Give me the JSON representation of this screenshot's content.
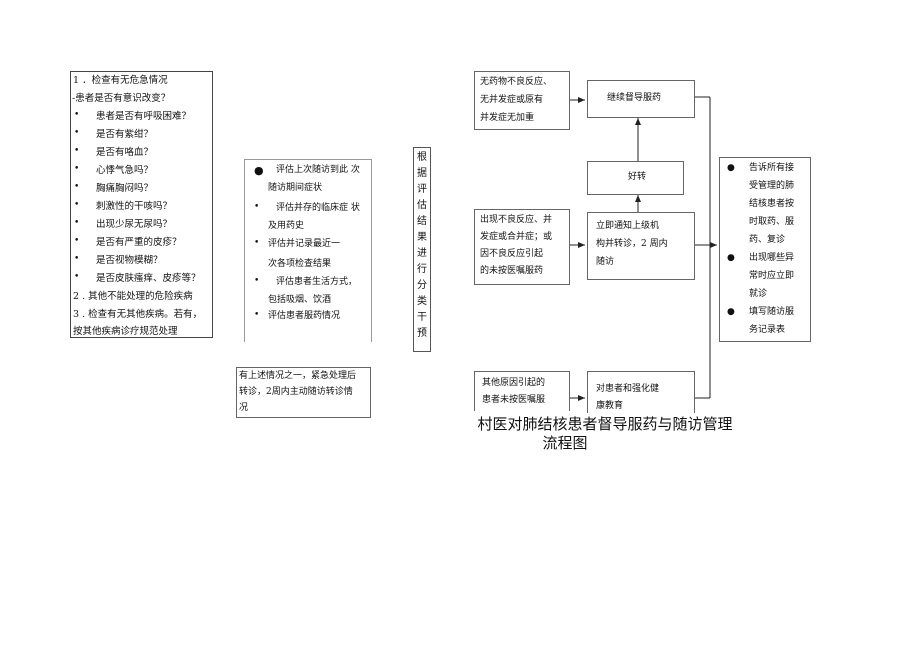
{
  "left_checklist": {
    "items": [
      "1 ．检查有无危急情况",
      "-患者是否有意识改变？",
      "患者是否有呼吸困难？",
      "是否有紫绀？",
      "是否有咯血？",
      "心悸气急吗？",
      "胸痛胸闷吗？",
      "刺激性的干咳吗？",
      "出现少尿无尿吗？",
      "是否有严重的皮疹？",
      "是否视物模糊？",
      "是否皮肤瘙痒、皮疹等？",
      "2 . 其他不能处理的危险疾病",
      "3 . 检查有无其他疾病。若有，",
      "按其他疾病诊疗规范处理"
    ]
  },
  "middle_assessment": {
    "items": [
      "评估上次随访到此 次",
      "随访期间症状",
      "评估并存的临床症 状",
      "及用药史",
      "评估并记录最近一",
      "次各项检查结果",
      "评估患者生活方式，",
      "包括吸烟、饮酒",
      "评估患者服药情况"
    ]
  },
  "emergency_box": {
    "lines": [
      "有上述情况之一，紧急处理后",
      "转诊，2周内主动随访转诊情",
      "况"
    ]
  },
  "classify_box": {
    "text": "根据评估结果进行分类干预"
  },
  "conditions": {
    "good": [
      "无药物不良反应、",
      "无并发症或原有",
      "并发症无加重"
    ],
    "bad": [
      "出现不良反应、并",
      "发症或合并症；或",
      "因不良反应引起",
      "的未按医嘱服药"
    ],
    "other": [
      "其他原因引起的",
      "患者未按医嘱服"
    ]
  },
  "actions": {
    "continue": "继续督导服药",
    "better": "好转",
    "refer": [
      "立即通知上级机",
      "构并转诊，2 周内",
      "随访"
    ],
    "educate": [
      "对患者和强化健",
      "康教育"
    ]
  },
  "notice_box": {
    "lines": [
      "告诉所有接",
      "受管理的肺",
      "结核患者按",
      "时取药、服",
      "药、复诊",
      "出现哪些异",
      "常时应立即",
      "就诊",
      "填写随访服",
      "务记录表"
    ]
  },
  "title": [
    "村医对肺结核患者督导服药与随访管理",
    "流程图"
  ]
}
